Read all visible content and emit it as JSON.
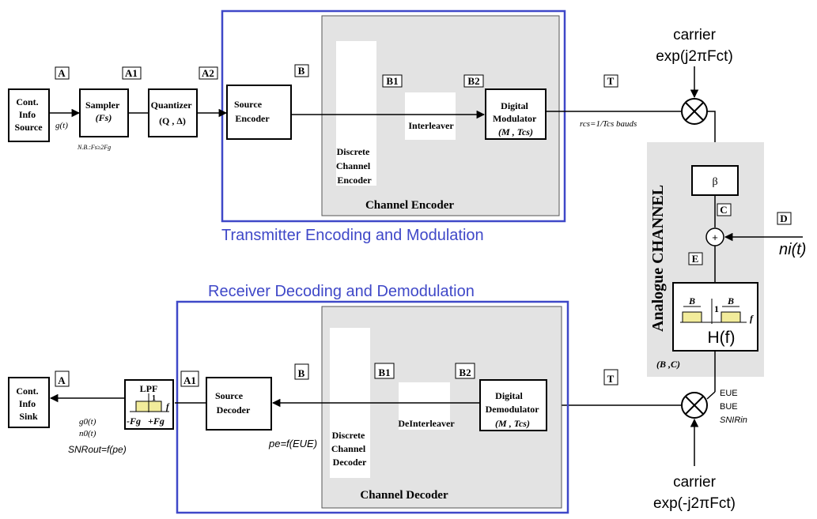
{
  "colors": {
    "frame": "#3f48c8",
    "grey_panel": "#e3e3e3",
    "filter_band": "#f2ec9b"
  },
  "transmitter": {
    "title": "Transmitter Encoding and Modulation",
    "cont_info_source": [
      "Cont.",
      "Info",
      "Source"
    ],
    "g_t": "g(t)",
    "sampler": [
      "Sampler",
      "(Fs)"
    ],
    "nb_note": "N.B.:Fs≥2Fg",
    "quantizer": [
      "Quantizer",
      "(Q , Δ)"
    ],
    "source_encoder": [
      "Source",
      "Encoder"
    ],
    "discrete_channel_encoder": [
      "Discrete",
      "Channel",
      "Encoder"
    ],
    "interleaver": "Interleaver",
    "digital_modulator": [
      "Digital",
      "Modulator",
      "(M , Tcs)"
    ],
    "channel_encoder": "Channel Encoder",
    "rate": "rcs=1/Tcs  bauds",
    "points": {
      "A": "A",
      "A1": "A1",
      "A2": "A2",
      "B": "B",
      "B1": "B1",
      "B2": "B2",
      "T": "T"
    }
  },
  "channel": {
    "carrier_top": "carrier",
    "exp_top": "exp(j2πFct)",
    "title": "Analogue CHANNEL",
    "beta": "β",
    "C": "C",
    "D": "D",
    "E": "E",
    "ni": "ni(t)",
    "plus": "+",
    "B_left": "B",
    "B_right": "B",
    "one": "1",
    "f": "f",
    "H": "H(f)",
    "BC": "(B ,C)",
    "eue": "EUE",
    "bue": "BUE",
    "snir": "SNIRin",
    "carrier_bottom": "carrier",
    "exp_bottom": "exp(-j2πFct)"
  },
  "receiver": {
    "title": "Receiver Decoding and Demodulation",
    "cont_info_sink": [
      "Cont.",
      "Info",
      "Sink"
    ],
    "lpf": "LPF",
    "lpf_one": "1",
    "lpf_f": "f",
    "neg_fg": "-Fg",
    "pos_fg": "+Fg",
    "g0": "g0(t)",
    "n0": "n0(t)",
    "snr_out": "SNRout=f(pe)",
    "source_decoder": [
      "Source",
      "Decoder"
    ],
    "pe": "pe=f(EUE)",
    "discrete_channel_decoder": [
      "Discrete",
      "Channel",
      "Decoder"
    ],
    "deinterleaver": "DeInterleaver",
    "digital_demodulator": [
      "Digital",
      "Demodulator",
      "(M , Tcs)"
    ],
    "channel_decoder": "Channel Decoder",
    "points": {
      "A": "A",
      "A1": "A1",
      "B": "B",
      "B1": "B1",
      "B2": "B2",
      "T": "T"
    }
  }
}
